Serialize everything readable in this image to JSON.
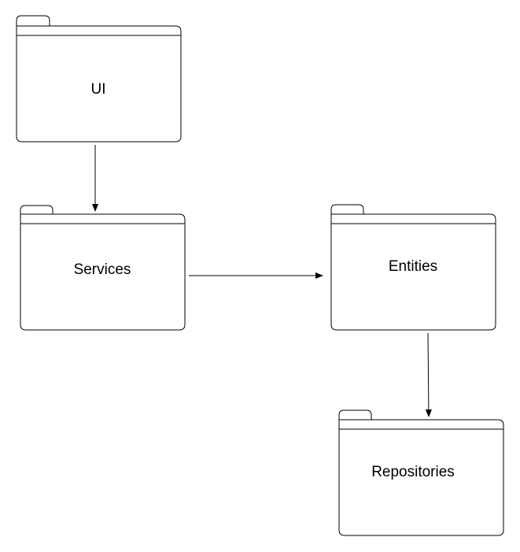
{
  "diagram": {
    "packages": {
      "ui": {
        "label": "UI"
      },
      "services": {
        "label": "Services"
      },
      "entities": {
        "label": "Entities"
      },
      "repositories": {
        "label": "Repositories"
      }
    },
    "arrows": [
      {
        "from": "ui",
        "to": "services"
      },
      {
        "from": "services",
        "to": "entities"
      },
      {
        "from": "entities",
        "to": "repositories"
      }
    ],
    "colors": {
      "stroke": "#000000",
      "fill": "#ffffff",
      "text": "#000000"
    }
  }
}
